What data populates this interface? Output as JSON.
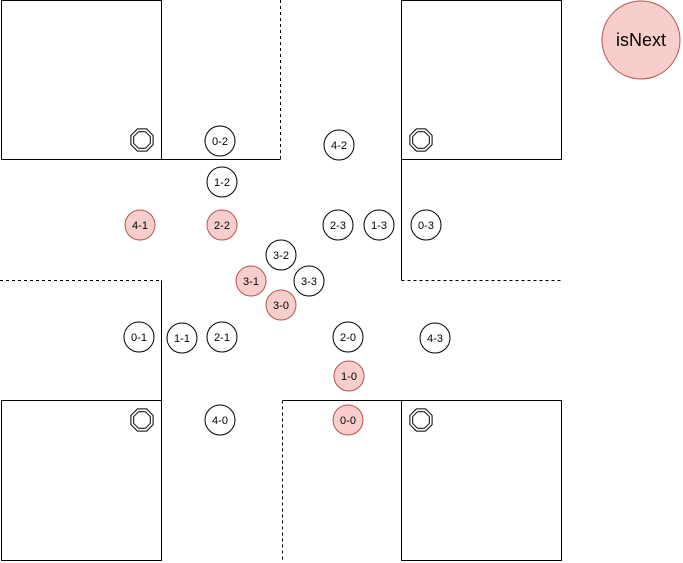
{
  "colors": {
    "stroke": "#000000",
    "plain_fill": "#ffffff",
    "highlight_fill": "#f8cecc",
    "highlight_stroke": "#b85450"
  },
  "legend": {
    "label": "isNext",
    "highlight": true
  },
  "stop_signs": [
    {
      "icon": "stop-sign-icon",
      "quadrant": "top-left"
    },
    {
      "icon": "stop-sign-icon",
      "quadrant": "top-right"
    },
    {
      "icon": "stop-sign-icon",
      "quadrant": "bottom-left"
    },
    {
      "icon": "stop-sign-icon",
      "quadrant": "bottom-right"
    }
  ],
  "nodes": [
    {
      "label": "0-2",
      "highlight": false
    },
    {
      "label": "4-2",
      "highlight": false
    },
    {
      "label": "1-2",
      "highlight": false
    },
    {
      "label": "4-1",
      "highlight": true
    },
    {
      "label": "2-2",
      "highlight": true
    },
    {
      "label": "2-3",
      "highlight": false
    },
    {
      "label": "1-3",
      "highlight": false
    },
    {
      "label": "0-3",
      "highlight": false
    },
    {
      "label": "3-2",
      "highlight": false
    },
    {
      "label": "3-1",
      "highlight": true
    },
    {
      "label": "3-3",
      "highlight": false
    },
    {
      "label": "3-0",
      "highlight": true
    },
    {
      "label": "0-1",
      "highlight": false
    },
    {
      "label": "1-1",
      "highlight": false
    },
    {
      "label": "2-1",
      "highlight": false
    },
    {
      "label": "2-0",
      "highlight": false
    },
    {
      "label": "4-3",
      "highlight": false
    },
    {
      "label": "1-0",
      "highlight": true
    },
    {
      "label": "4-0",
      "highlight": false
    },
    {
      "label": "0-0",
      "highlight": true
    }
  ]
}
